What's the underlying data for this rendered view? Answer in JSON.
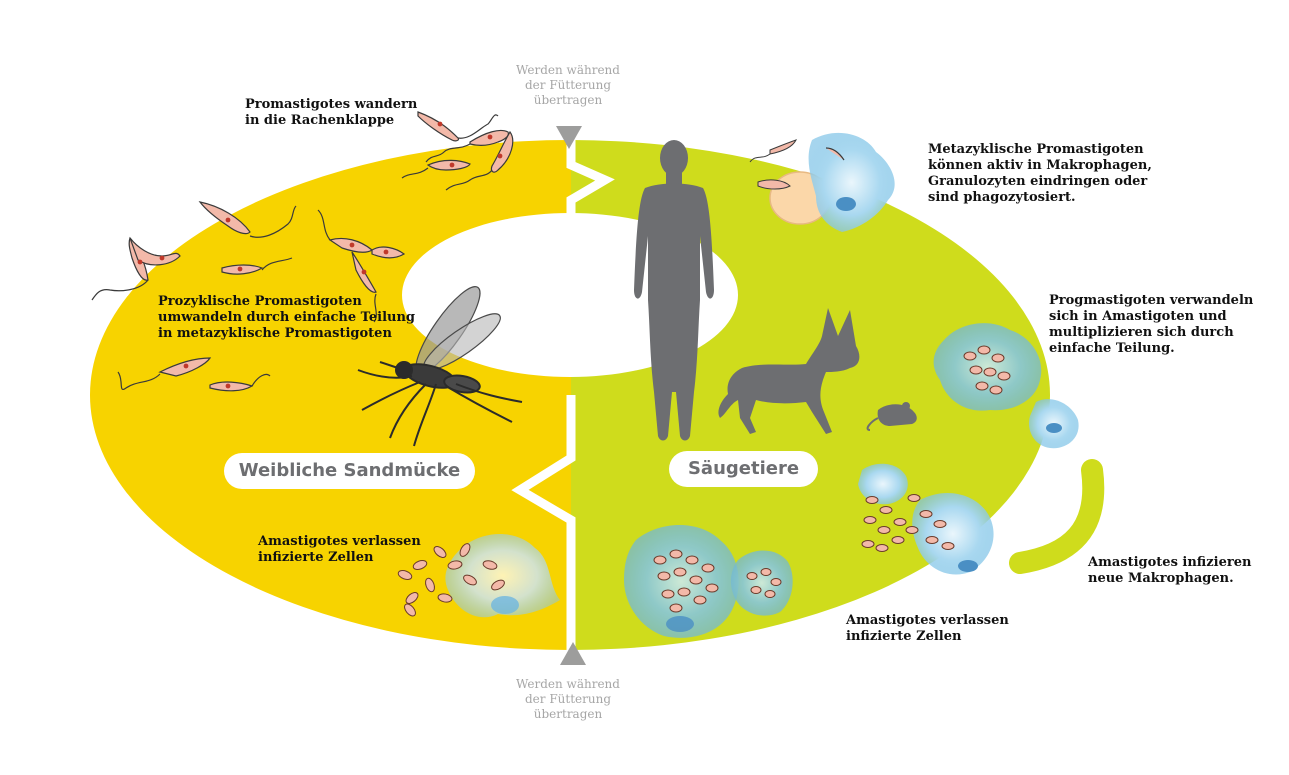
{
  "colors": {
    "sandfly_half": "#f7d300",
    "mammal_half": "#cfdc1c",
    "silhouette": "#6d6e71",
    "triangle": "#9d9d9c",
    "parasite": "#f3b9a9",
    "macrophage": "#9fd3ef"
  },
  "center": {
    "left_title": "Weibliche Sandmücke",
    "right_title": "Säugetiere"
  },
  "transmission": {
    "top_note": [
      "Werden während",
      "der Fütterung",
      "übertragen"
    ],
    "bottom_note": [
      "Werden während",
      "der Fütterung",
      "übertragen"
    ]
  },
  "sandfly_stages": {
    "promastigotes_migrate": [
      "Promastigotes wandern",
      "in die Rachenklappe"
    ],
    "procyclic_transform": [
      "Prozyklische Promastigoten",
      "umwandeln durch einfache Teilung",
      "in metazyklische Promastigoten"
    ],
    "amastigotes_leave": [
      "Amastigotes verlassen",
      "infizierte Zellen"
    ]
  },
  "mammal_stages": {
    "metacyclic_invade": [
      "Metazyklische Promastigoten",
      "können aktiv in Makrophagen,",
      "Granulozyten eindringen oder",
      "sind phagozytosiert."
    ],
    "transform_amastigotes": [
      "Progmastigoten verwandeln",
      "sich in Amastigoten und",
      "multiplizieren sich durch",
      "einfache Teilung."
    ],
    "infect_new": [
      "Amastigotes infizieren",
      "neue Makrophagen."
    ],
    "amastigotes_leave": [
      "Amastigotes verlassen",
      "infizierte Zellen"
    ]
  },
  "icons": {
    "top_arrow": "triangle-down-icon",
    "bottom_arrow": "triangle-up-icon",
    "vector": "sandfly-icon",
    "hosts": [
      "human-silhouette-icon",
      "dog-silhouette-icon",
      "mouse-silhouette-icon"
    ]
  }
}
